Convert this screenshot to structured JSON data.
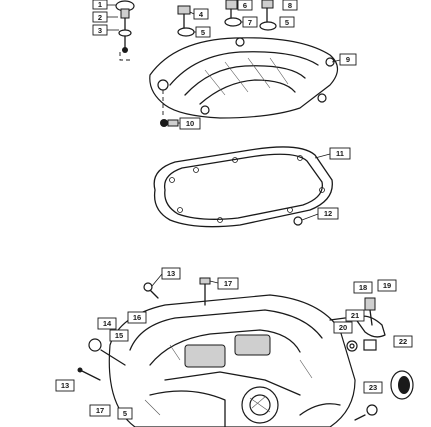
{
  "callouts": [
    {
      "id": "c1",
      "text": "1"
    },
    {
      "id": "c2",
      "text": "2"
    },
    {
      "id": "c3",
      "text": "3"
    },
    {
      "id": "c4",
      "text": "4"
    },
    {
      "id": "c5",
      "text": "5"
    },
    {
      "id": "c6",
      "text": "6"
    },
    {
      "id": "c7",
      "text": "7"
    },
    {
      "id": "c8",
      "text": "8"
    },
    {
      "id": "c5b",
      "text": "5"
    },
    {
      "id": "c9",
      "text": "9"
    },
    {
      "id": "c10",
      "text": "10"
    },
    {
      "id": "c11",
      "text": "11"
    },
    {
      "id": "c12",
      "text": "12"
    },
    {
      "id": "c13a",
      "text": "13"
    },
    {
      "id": "c13b",
      "text": "13"
    },
    {
      "id": "c14",
      "text": "14"
    },
    {
      "id": "c15",
      "text": "15"
    },
    {
      "id": "c16",
      "text": "16"
    },
    {
      "id": "c17a",
      "text": "17"
    },
    {
      "id": "c17b",
      "text": "17"
    },
    {
      "id": "c18",
      "text": "18"
    },
    {
      "id": "c19",
      "text": "19"
    },
    {
      "id": "c20",
      "text": "20"
    },
    {
      "id": "c21",
      "text": "21"
    },
    {
      "id": "c22",
      "text": "22"
    },
    {
      "id": "c23",
      "text": "23"
    },
    {
      "id": "c5c",
      "text": "5"
    }
  ]
}
